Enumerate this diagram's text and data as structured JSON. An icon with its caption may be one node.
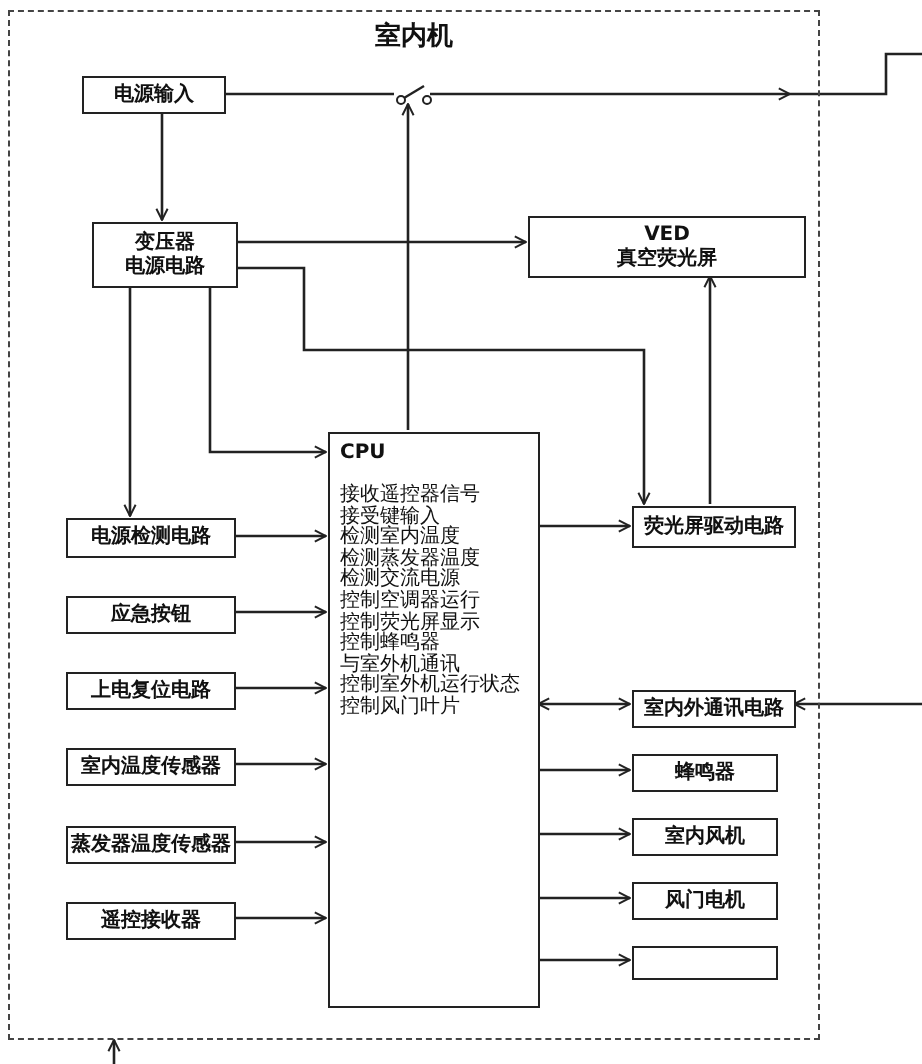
{
  "diagram": {
    "nodes": [
      {
        "text": [
          "室内机"
        ]
      },
      {
        "text": [
          "电源输入"
        ],
        "in": 0
      },
      {
        "text": [],
        "shape": "switch",
        "in": 0
      },
      {
        "text": [
          "变压器",
          "电源电路"
        ],
        "in": 0
      },
      {
        "text": [
          "VED",
          "真空荧光屏"
        ],
        "in": 0
      },
      {
        "text": [
          "CPU",
          "接收遥控器信号",
          "接受键输入",
          "检测室内温度",
          "检测蒸发器温度",
          "检测交流电源",
          "控制空调器运行",
          "控制荧光屏显示",
          "控制蜂鸣器",
          "与室外机通讯",
          "控制室外机运行状态",
          "控制风门叶片"
        ],
        "in": 0
      },
      {
        "text": [
          "荧光屏驱动电路"
        ],
        "in": 0
      },
      {
        "text": [
          "电源检测电路"
        ],
        "in": 0
      },
      {
        "text": [
          "应急按钮"
        ],
        "in": 0
      },
      {
        "text": [
          "上电复位电路"
        ],
        "in": 0
      },
      {
        "text": [
          "室内温度传感器"
        ],
        "in": 0
      },
      {
        "text": [
          "蒸发器温度传感器"
        ],
        "in": 0
      },
      {
        "text": [
          "遥控接收器"
        ],
        "in": 0
      },
      {
        "text": [
          "室内外通讯电路"
        ],
        "in": 0
      },
      {
        "text": [
          "蜂鸣器"
        ],
        "in": 0
      },
      {
        "text": [
          "室内风机"
        ],
        "in": 0
      },
      {
        "text": [
          "风门电机"
        ],
        "in": 0
      },
      {
        "text": [],
        "shape": "box",
        "in": 0
      }
    ],
    "edges": [
      {
        "from": 1,
        "to": 2,
        "arrow": "none"
      },
      {
        "from": 2,
        "to": null,
        "arrow": "to"
      },
      {
        "from": 5,
        "to": 2,
        "arrow": "to"
      },
      {
        "from": 1,
        "to": 3,
        "arrow": "to"
      },
      {
        "from": 3,
        "to": 4,
        "arrow": "to"
      },
      {
        "from": 3,
        "to": 6,
        "arrow": "to"
      },
      {
        "from": 3,
        "to": 7,
        "arrow": "to"
      },
      {
        "from": 3,
        "to": 5,
        "arrow": "to"
      },
      {
        "from": 5,
        "to": 6,
        "arrow": "to"
      },
      {
        "from": 6,
        "to": 4,
        "arrow": "to"
      },
      {
        "from": 7,
        "to": 5,
        "arrow": "to"
      },
      {
        "from": 8,
        "to": 5,
        "arrow": "to"
      },
      {
        "from": 9,
        "to": 5,
        "arrow": "to"
      },
      {
        "from": 10,
        "to": 5,
        "arrow": "to"
      },
      {
        "from": 11,
        "to": 5,
        "arrow": "to"
      },
      {
        "from": 12,
        "to": 5,
        "arrow": "to"
      },
      {
        "from": 5,
        "to": 13,
        "arrow": "both"
      },
      {
        "from": null,
        "to": 13,
        "arrow": "to"
      },
      {
        "from": 5,
        "to": 14,
        "arrow": "to"
      },
      {
        "from": 5,
        "to": 15,
        "arrow": "to"
      },
      {
        "from": 5,
        "to": 16,
        "arrow": "to"
      },
      {
        "from": 5,
        "to": 17,
        "arrow": "to"
      },
      {
        "from": null,
        "to": 0,
        "arrow": "to"
      }
    ]
  }
}
